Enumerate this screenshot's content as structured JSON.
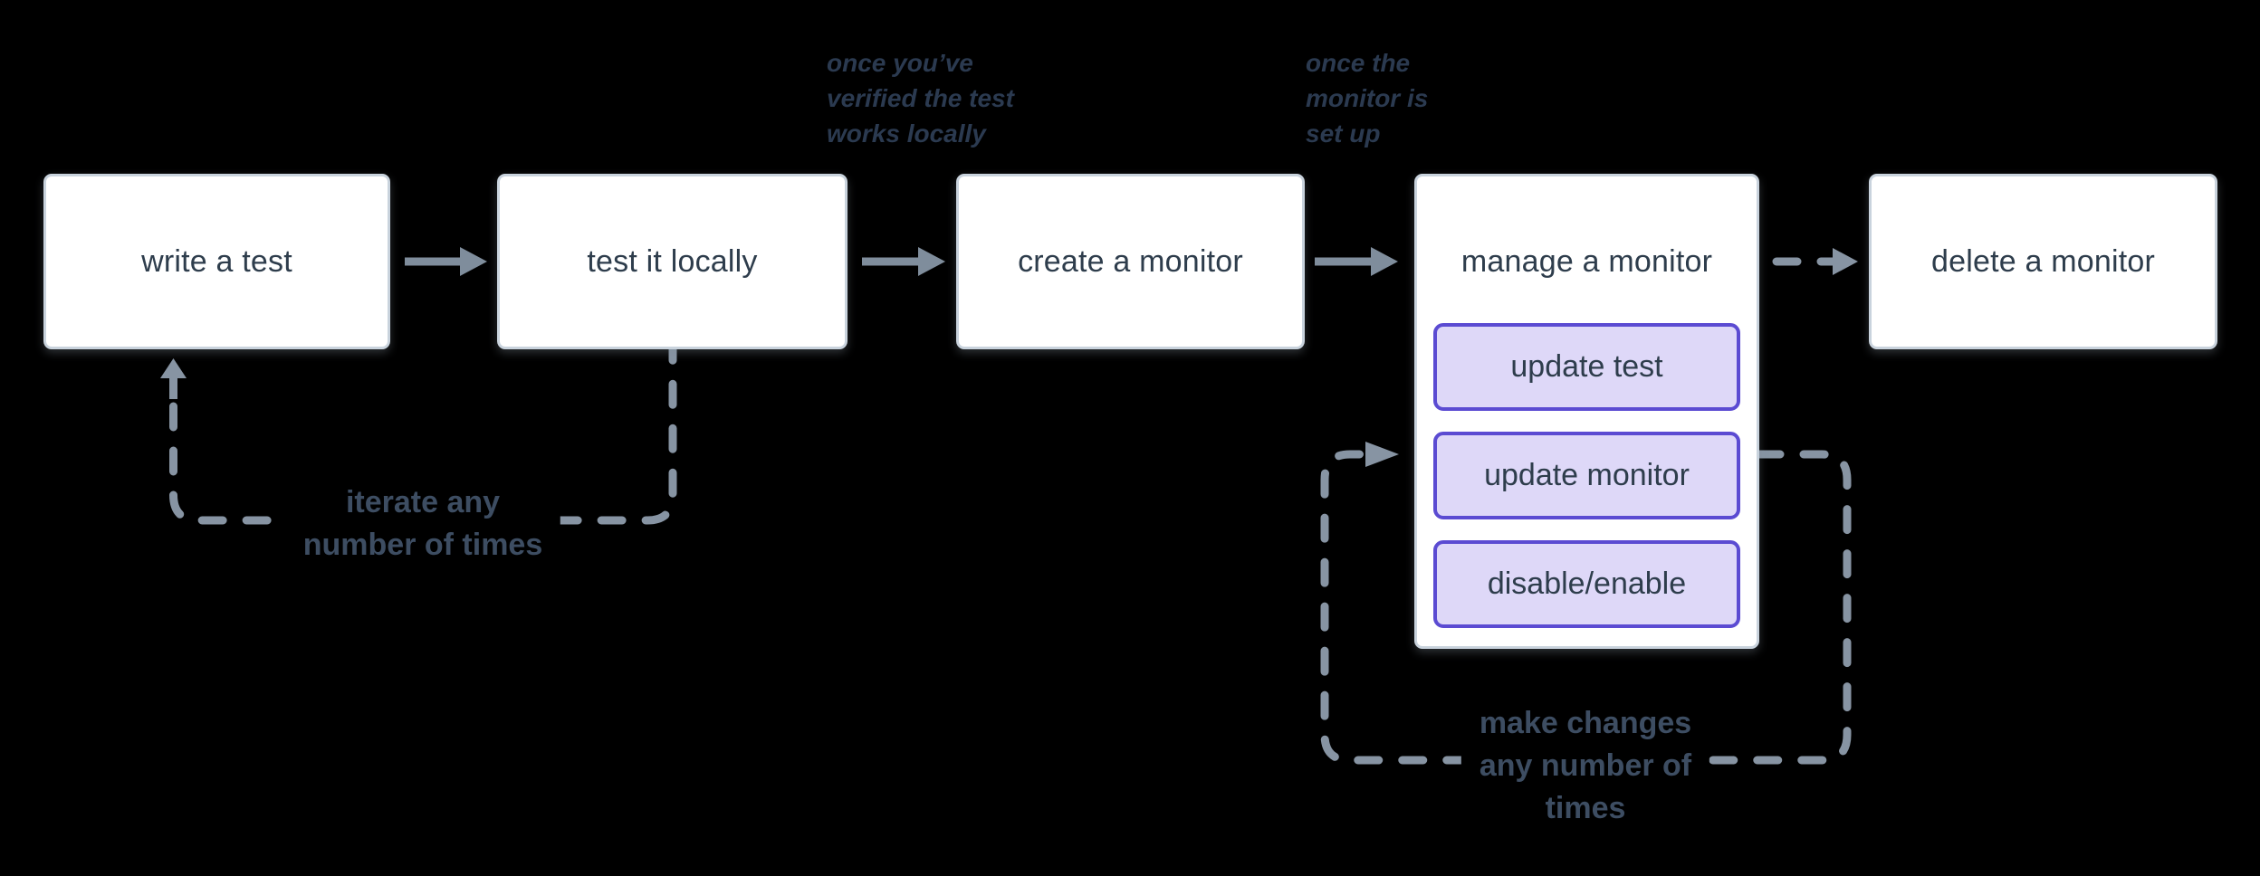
{
  "colors": {
    "background": "#000000",
    "node_fill": "#ffffff",
    "node_border": "#c9d3dd",
    "node_text": "#2e3d4c",
    "connector": "#8794a3",
    "arrow": "#7f8d9c",
    "annotation_text": "#2b3a50",
    "loop_label_text": "#3d4d62",
    "button_fill": "#ded8f8",
    "button_border": "#5b4bd2",
    "button_text": "#2e3d4c"
  },
  "flow": {
    "nodes": [
      {
        "label": "write a test"
      },
      {
        "label": "test it locally"
      },
      {
        "label": "create a monitor"
      },
      {
        "label": "manage a monitor"
      },
      {
        "label": "delete a monitor"
      }
    ],
    "manage_actions": [
      {
        "label": "update test"
      },
      {
        "label": "update monitor"
      },
      {
        "label": "disable/enable"
      }
    ],
    "annotations": [
      {
        "lines": [
          "once you’ve",
          "verified the test",
          "works locally"
        ]
      },
      {
        "lines": [
          "once the",
          "monitor is",
          "set up"
        ]
      }
    ],
    "loop_labels": [
      {
        "lines": [
          "iterate any",
          "number of times"
        ]
      },
      {
        "lines": [
          "make changes",
          "any number of",
          "times"
        ]
      }
    ]
  }
}
